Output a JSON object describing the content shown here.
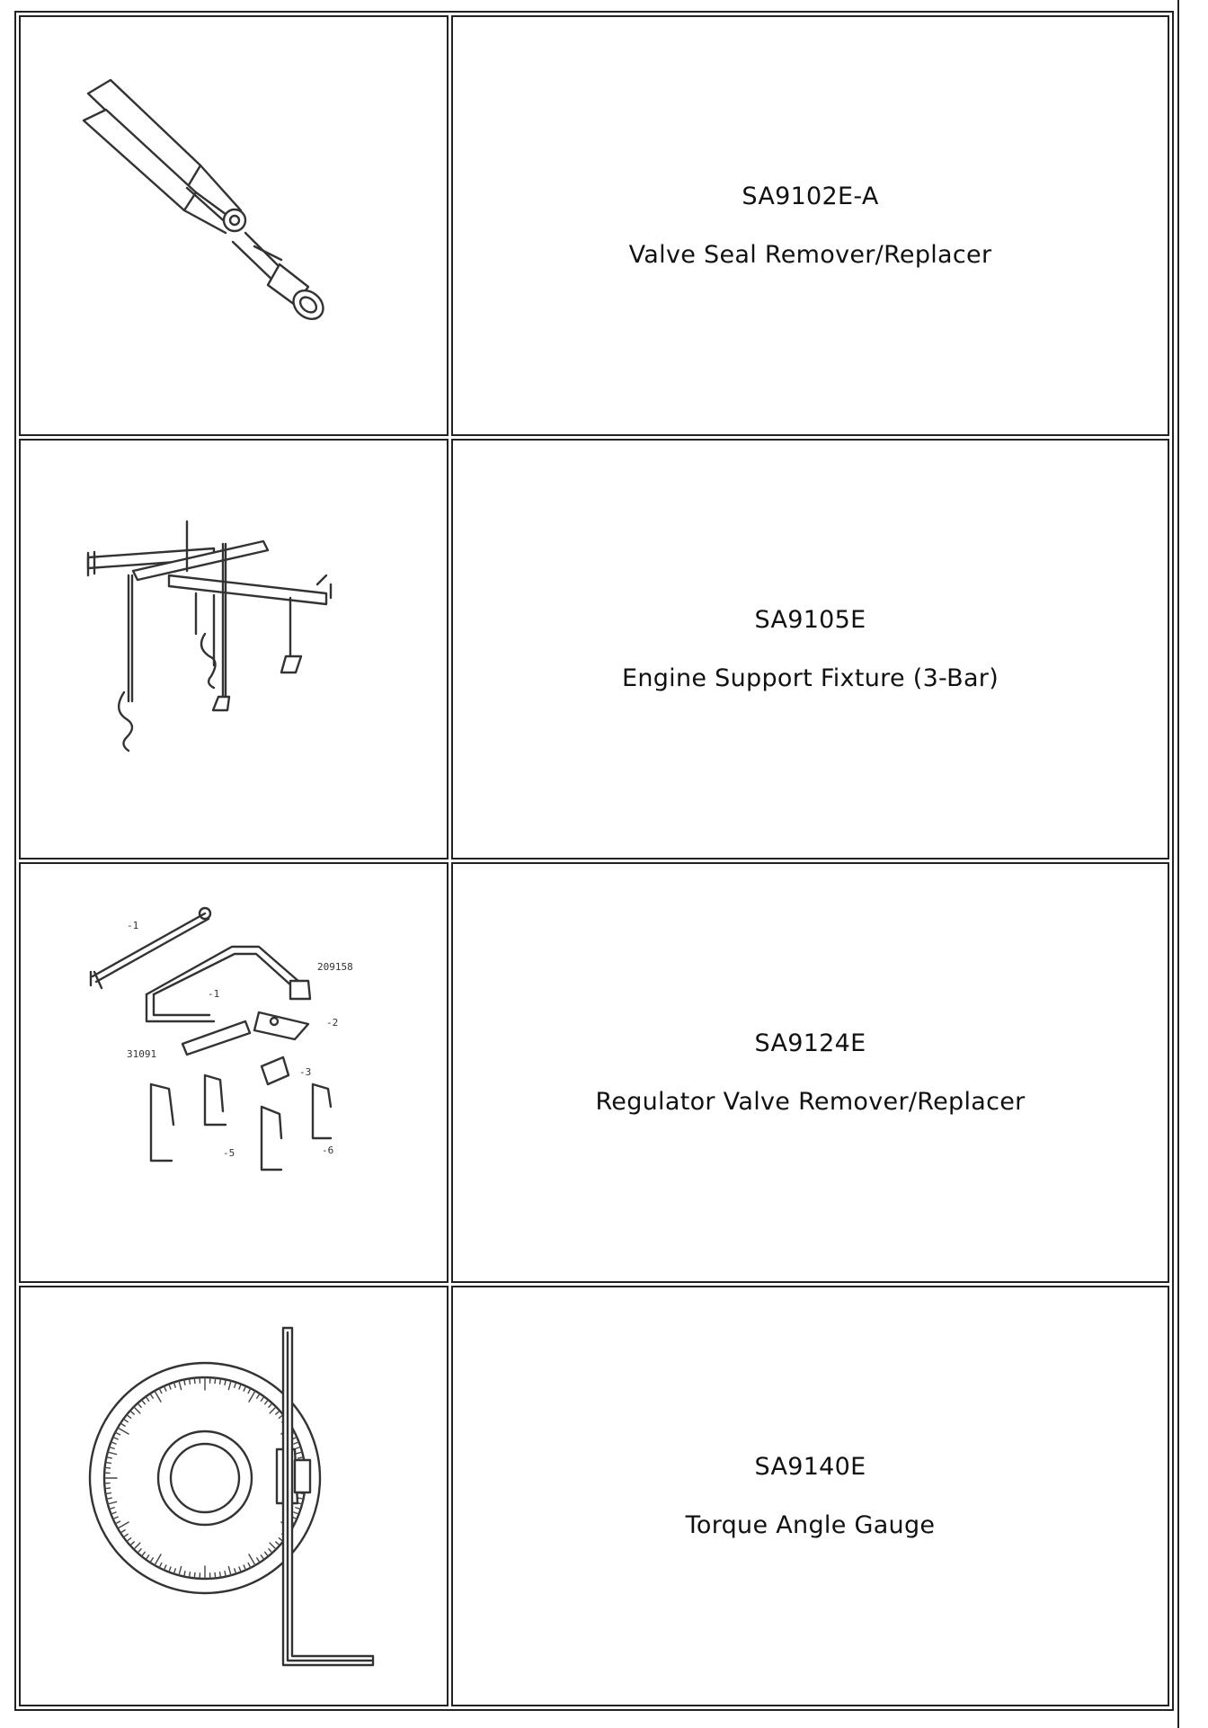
{
  "tools": [
    {
      "code": "SA9102E-A",
      "name": "Valve Seal Remover/Replacer",
      "icon": "valve-seal-pliers-icon"
    },
    {
      "code": "SA9105E",
      "name": "Engine Support Fixture (3-Bar)",
      "icon": "engine-support-fixture-icon"
    },
    {
      "code": "SA9124E",
      "name": "Regulator Valve Remover/Replacer",
      "icon": "regulator-valve-tool-kit-icon",
      "part_labels": [
        "-1",
        "209158",
        "-1",
        "-2",
        "31091",
        "-3",
        "-5",
        "-6"
      ]
    },
    {
      "code": "SA9140E",
      "name": "Torque Angle Gauge",
      "icon": "torque-angle-gauge-icon"
    }
  ]
}
